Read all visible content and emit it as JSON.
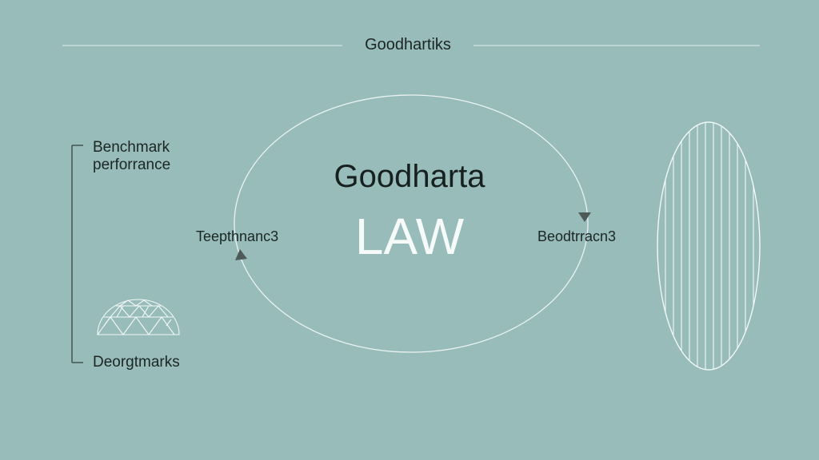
{
  "header": {
    "title": "Goodhartiks"
  },
  "center": {
    "title": "Goodharta",
    "subtitle": "LAW"
  },
  "nodes": {
    "left": "Teepthnanc3",
    "right": "Beodtrracn3"
  },
  "bracket": {
    "top_line1": "Benchmark",
    "top_line2": "perforrance",
    "bottom": "Deorgtmarks"
  },
  "icons": {
    "dome": "geodesic-dome-icon",
    "striped_oval": "striped-oval-icon",
    "arrow_left": "arrowhead-up-icon",
    "arrow_right": "arrowhead-down-icon"
  },
  "colors": {
    "background": "#98bcba",
    "line": "#eef6f5",
    "text": "#1c2624",
    "law_text": "#f6faf9",
    "arrow": "#4e5a58"
  }
}
